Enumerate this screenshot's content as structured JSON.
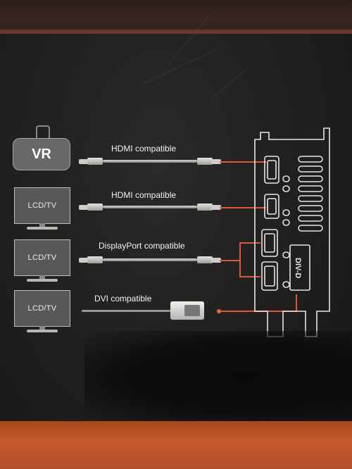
{
  "devices": [
    {
      "screen_text": "VR",
      "type": "vr-headset"
    },
    {
      "screen_text": "LCD/TV",
      "type": "monitor"
    },
    {
      "screen_text": "LCD/TV",
      "type": "monitor"
    },
    {
      "screen_text": "LCD/TV",
      "type": "monitor"
    }
  ],
  "connections": [
    {
      "label": "HDMI compatible"
    },
    {
      "label": "HDMI compatible"
    },
    {
      "label": "DisplayPort compatible"
    },
    {
      "label": "DVI compatible"
    }
  ],
  "card": {
    "dvi_port_label": "DIV-D"
  },
  "colors": {
    "line": "#d85a3a",
    "outline": "#e8e6e3"
  }
}
